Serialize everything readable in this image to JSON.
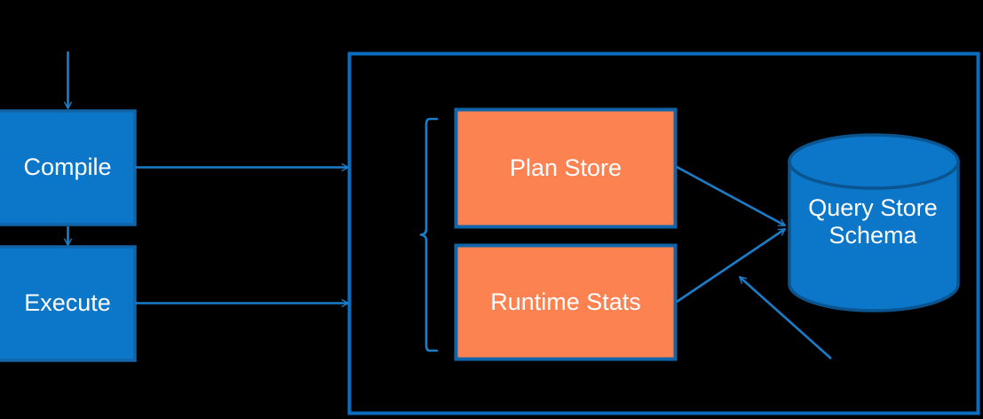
{
  "diagram": {
    "title": "Query Store architecture flow",
    "type": "flow-diagram",
    "background_color": "#000000",
    "palette": {
      "process_fill": "#0C76C8",
      "process_border": "#1064A8",
      "store_fill": "#FC8252",
      "store_border": "#1064A8",
      "container_border": "#0C6DBE",
      "connector": "#1B7DC8",
      "cylinder_fill": "#0C76C8",
      "cylinder_border": "#0A5590",
      "label_text": "#FFFFFF"
    },
    "nodes": {
      "compile": {
        "label": "Compile",
        "shape": "rectangle"
      },
      "execute": {
        "label": "Execute",
        "shape": "rectangle"
      },
      "plan_store": {
        "label": "Plan Store",
        "shape": "rectangle"
      },
      "runtime_stats": {
        "label": "Runtime Stats",
        "shape": "rectangle"
      },
      "query_store_schema": {
        "label": "Query Store\nSchema",
        "line1": "Query Store",
        "line2": "Schema",
        "shape": "cylinder"
      }
    },
    "container": {
      "label": "",
      "shape": "rectangle-outline"
    },
    "bracket": {
      "label": "",
      "shape": "curly-bracket"
    },
    "connectors": [
      {
        "name": "inbound-to-compile",
        "from": "",
        "to": "compile",
        "style": "arrow-down"
      },
      {
        "name": "compile-to-execute",
        "from": "compile",
        "to": "execute",
        "style": "arrow-down"
      },
      {
        "name": "compile-to-container",
        "from": "compile",
        "to": "container",
        "style": "arrow-right"
      },
      {
        "name": "execute-to-container",
        "from": "execute",
        "to": "container",
        "style": "arrow-right"
      },
      {
        "name": "plan-store-to-schema",
        "from": "plan_store",
        "to": "query_store_schema",
        "style": "arrow-diagonal"
      },
      {
        "name": "runtime-stats-to-schema",
        "from": "runtime_stats",
        "to": "query_store_schema",
        "style": "arrow-diagonal"
      },
      {
        "name": "external-to-schema",
        "from": "",
        "to": "query_store_schema",
        "style": "arrow-diagonal-up-left"
      }
    ]
  }
}
